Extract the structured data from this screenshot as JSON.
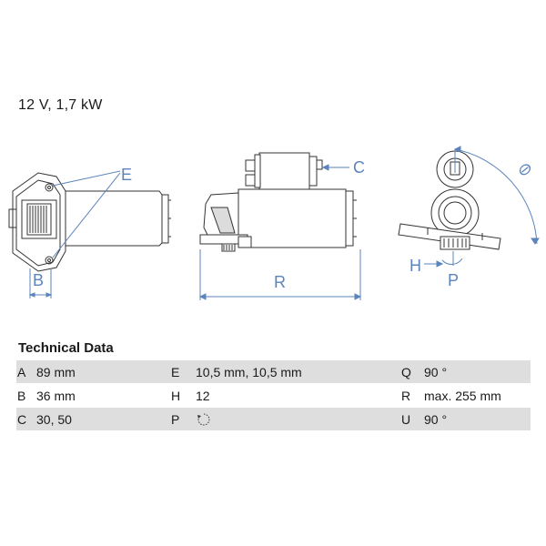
{
  "spec": "12 V, 1,7 kW",
  "title": "Technical Data",
  "labels": {
    "E": "E",
    "C": "C",
    "B": "B",
    "R": "R",
    "H": "H",
    "P": "P"
  },
  "rows": [
    {
      "k1": "A",
      "v1": "89 mm",
      "k2": "E",
      "v2": "10,5 mm, 10,5 mm",
      "k3": "Q",
      "v3": "90 °"
    },
    {
      "k1": "B",
      "v1": "36 mm",
      "k2": "H",
      "v2": "12",
      "k3": "R",
      "v3": "max. 255 mm"
    },
    {
      "k1": "C",
      "v1": "30, 50",
      "k2": "P",
      "v2": "",
      "k3": "U",
      "v3": "90 °"
    }
  ],
  "colors": {
    "dimension": "#5b84bd",
    "row_shade": "#dedede"
  },
  "icons": {
    "P": "clockwise-rotation-icon"
  }
}
